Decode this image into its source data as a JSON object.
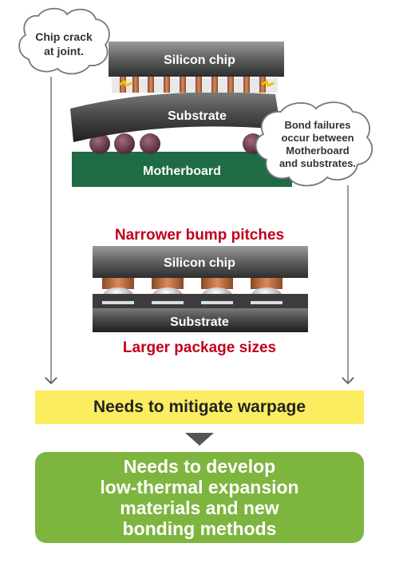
{
  "top_diagram": {
    "chip_label": "Silicon chip",
    "substrate_label": "Substrate",
    "motherboard_label": "Motherboard"
  },
  "callouts": {
    "chip_crack": [
      "Chip crack",
      "at joint."
    ],
    "bond_failures": [
      "Bond failures",
      "occur between",
      "Motherboard",
      "and substrates."
    ]
  },
  "middle_diagram": {
    "heading": "Narrower bump pitches",
    "chip_label": "Silicon chip",
    "substrate_label": "Substrate",
    "footer": "Larger package sizes"
  },
  "boxes": {
    "mitigate": "Needs to mitigate warpage",
    "develop": [
      "Needs to develop",
      "low-thermal expansion",
      "materials and new",
      "bonding methods"
    ]
  },
  "colors": {
    "title_red": "#c2001b",
    "yellow_box": "#fbed5f",
    "green_box": "#7db53f",
    "motherboard_green": "#1e6b45",
    "bump_copper": "#b5673b",
    "solder_ball": "#6a3a4a"
  }
}
